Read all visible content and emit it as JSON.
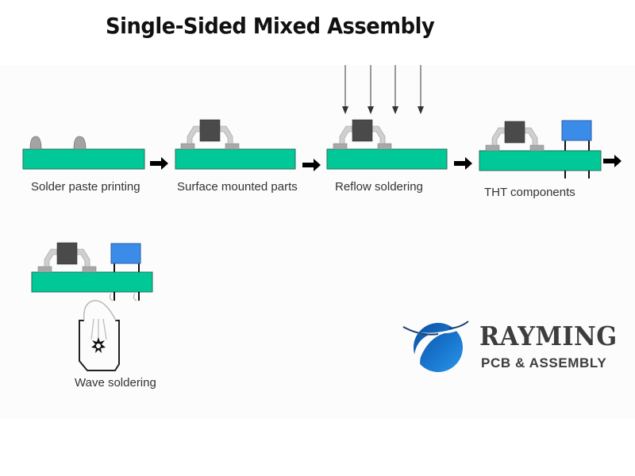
{
  "title": "Single-Sided Mixed Assembly",
  "colors": {
    "board": "#00c896",
    "board_edge": "#2b6e58",
    "chip": "#4a4a4a",
    "lead": "#c8c8c8",
    "pad": "#a8a8a8",
    "tht": "#3b8be8",
    "arrow": "#000000",
    "logo_blue": "#1a6fc4",
    "logo_text": "#3d3d3d"
  },
  "steps": [
    {
      "id": "solder-paste-printing",
      "label": "Solder paste printing"
    },
    {
      "id": "surface-mounted-parts",
      "label": "Surface mounted parts"
    },
    {
      "id": "reflow-soldering",
      "label": "Reflow soldering"
    },
    {
      "id": "tht-components",
      "label": "THT components"
    },
    {
      "id": "wave-soldering",
      "label": "Wave soldering"
    }
  ],
  "logo": {
    "name": "RAYMING",
    "tagline": "PCB & ASSEMBLY"
  }
}
